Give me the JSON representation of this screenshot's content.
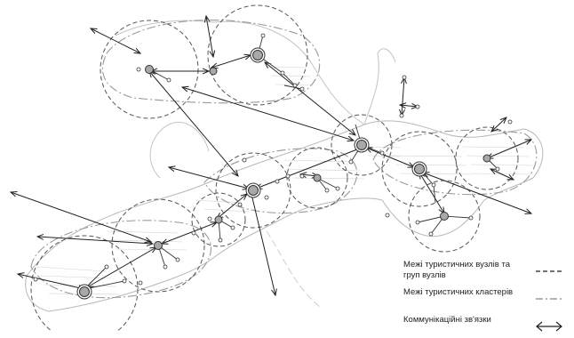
{
  "legend": {
    "items": [
      {
        "label": "Межі туристичних вузлів та груп вузлів",
        "symbol": "dashed-boundary-line",
        "color": "#444444"
      },
      {
        "label": "Межі туристичних кластерів",
        "symbol": "light-boundary-line",
        "color": "#9a9a9a"
      },
      {
        "label": "Коммунікаційні зв'язки",
        "symbol": "double-arrow-icon",
        "color": "#222222"
      }
    ]
  },
  "colors": {
    "node_fill": "#a8a8a8",
    "line": "#333333",
    "territory": "#c8c8c8",
    "background": "#ffffff"
  }
}
